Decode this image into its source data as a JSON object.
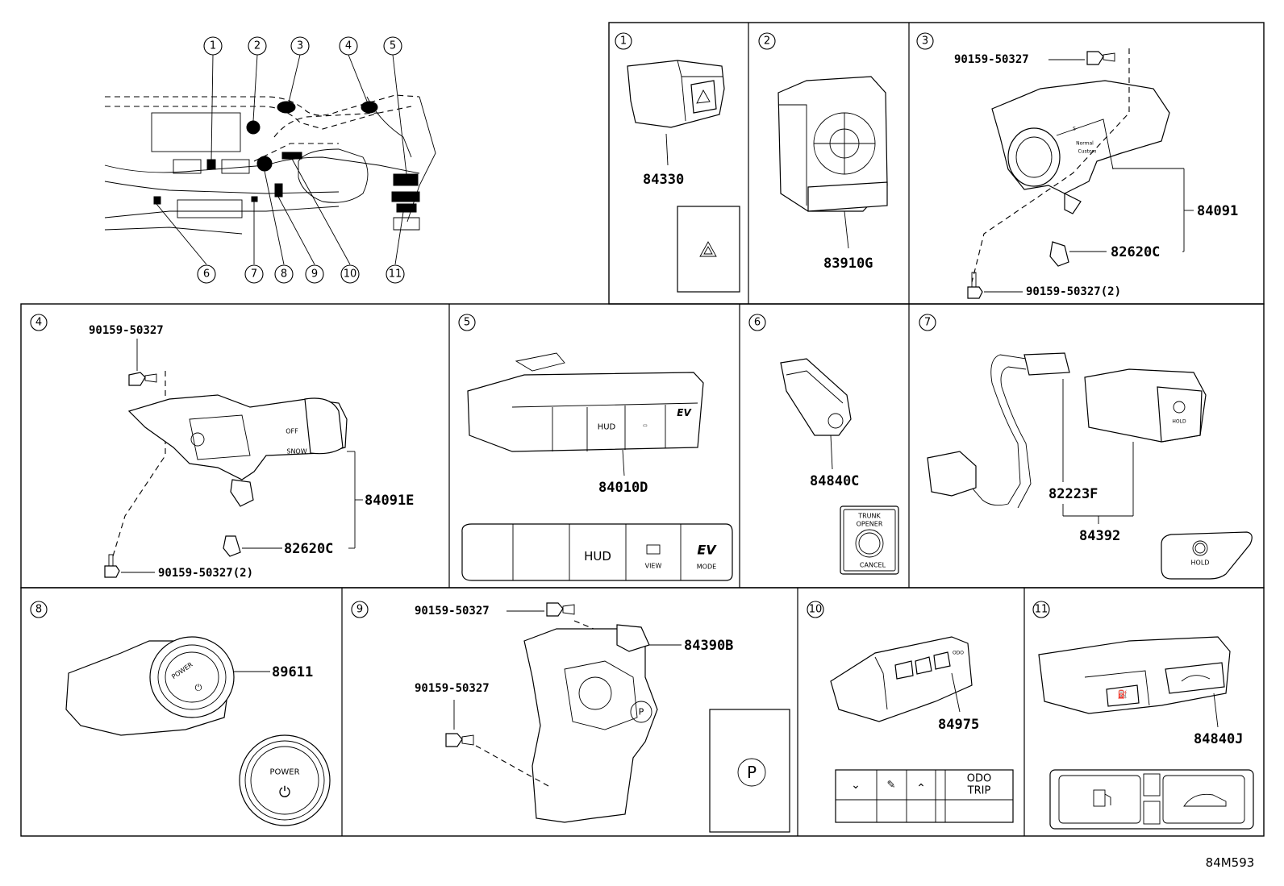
{
  "diagram_code": "84M593",
  "overview": {
    "callouts": [
      "1",
      "2",
      "3",
      "4",
      "5",
      "6",
      "7",
      "8",
      "9",
      "10",
      "11"
    ]
  },
  "panels": [
    {
      "id": "1",
      "parts": [
        "84330"
      ]
    },
    {
      "id": "2",
      "parts": [
        "83910G"
      ]
    },
    {
      "id": "3",
      "parts": [
        "90159-50327",
        "84091",
        "82620C",
        "90159-50327(2)"
      ]
    },
    {
      "id": "4",
      "parts": [
        "90159-50327",
        "84091E",
        "82620C",
        "90159-50327(2)"
      ],
      "switch_labels": [
        "OFF",
        "SNOW"
      ]
    },
    {
      "id": "5",
      "parts": [
        "84010D"
      ],
      "buttons": [
        "HUD",
        "VIEW",
        "EV",
        "MODE"
      ]
    },
    {
      "id": "6",
      "parts": [
        "84840C"
      ],
      "labels": [
        "TRUNK",
        "OPENER",
        "CANCEL"
      ]
    },
    {
      "id": "7",
      "parts": [
        "82223F",
        "84392"
      ],
      "labels": [
        "HOLD"
      ]
    },
    {
      "id": "8",
      "parts": [
        "89611"
      ],
      "labels": [
        "POWER"
      ]
    },
    {
      "id": "9",
      "parts": [
        "90159-50327",
        "84390B",
        "90159-50327"
      ],
      "labels": [
        "P"
      ]
    },
    {
      "id": "10",
      "parts": [
        "84975"
      ],
      "labels": [
        "ODO",
        "TRIP"
      ]
    },
    {
      "id": "11",
      "parts": [
        "84840J"
      ]
    }
  ]
}
